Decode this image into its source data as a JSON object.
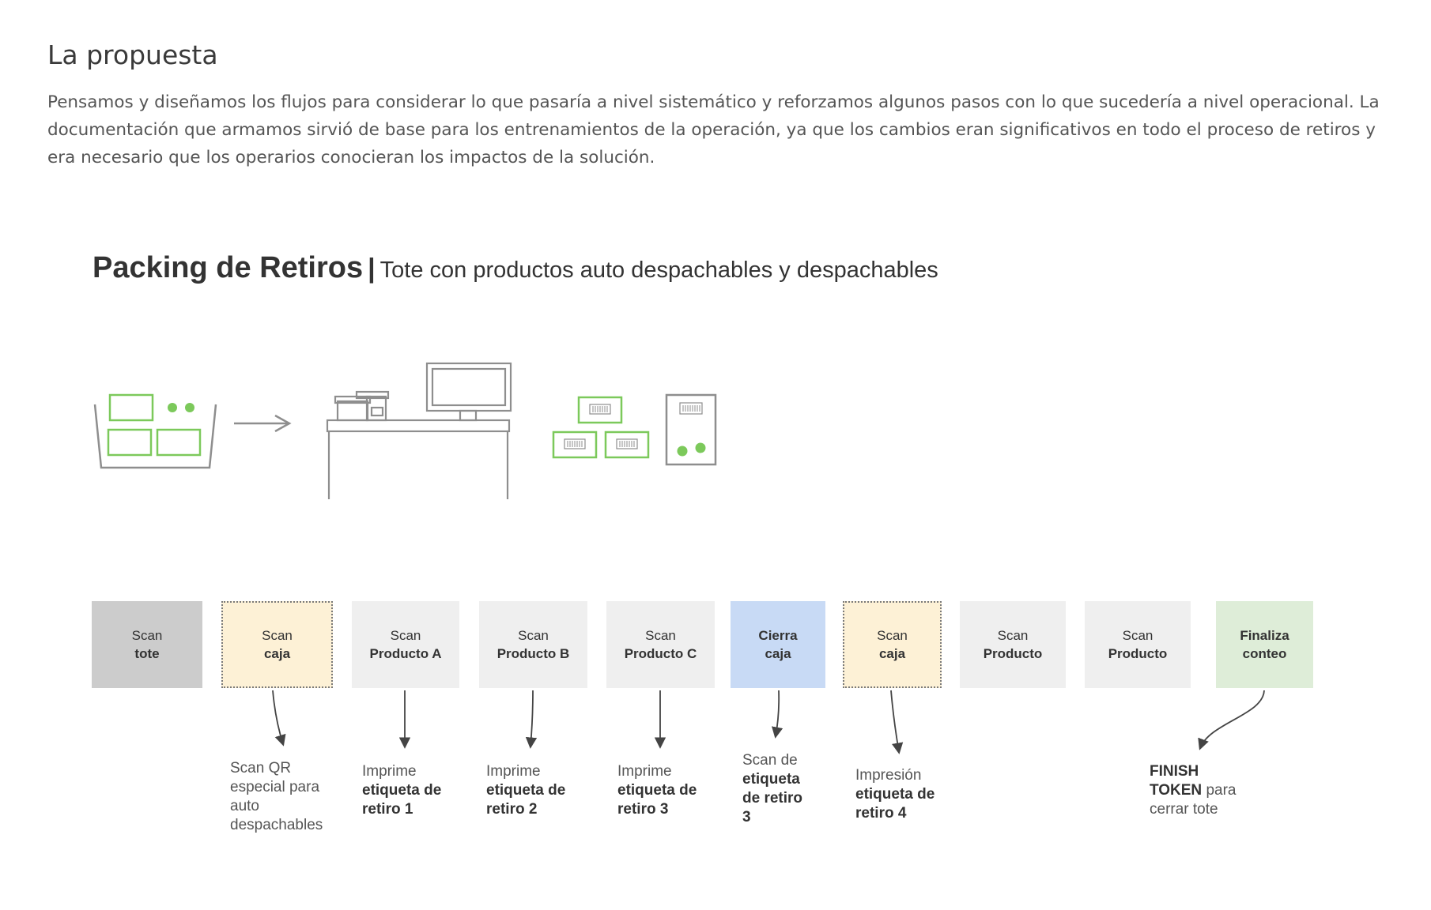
{
  "section": {
    "title": "La propuesta",
    "body": "Pensamos y diseñamos los flujos para considerar lo que pasaría a nivel sistemático y reforzamos algunos pasos con lo que sucedería a nivel operacional. La documentación que armamos sirvió de base para los entrenamientos de la operación, ya que los cambios eran significativos en todo el proceso de retiros y era necesario que los operarios conocieran los impactos de la solución."
  },
  "diagram": {
    "title": "Packing de Retiros",
    "separator": "|",
    "subtitle": "Tote con productos auto despachables y despachables",
    "colors": {
      "green": "#7cc95b",
      "gray_box": "#cccccc",
      "light_box": "#efefef",
      "yellow_box": "#fdf1d6",
      "blue_box": "#c8daf5",
      "green_box": "#deedd8",
      "line": "#8e8e8e"
    },
    "icons": [
      "tote-bin-icon",
      "arrow-right-icon",
      "packing-desk-icon",
      "labeled-boxes-icon",
      "dispatch-bag-icon"
    ],
    "steps": [
      {
        "l1": "Scan",
        "l2": "tote"
      },
      {
        "l1": "Scan",
        "l2": "caja"
      },
      {
        "l1": "Scan",
        "l2": "Producto A"
      },
      {
        "l1": "Scan",
        "l2": "Producto B"
      },
      {
        "l1": "Scan",
        "l2": "Producto C"
      },
      {
        "l1": "Cierra",
        "l2": "caja"
      },
      {
        "l1": "Scan",
        "l2": "caja"
      },
      {
        "l1": "Scan",
        "l2": "Producto"
      },
      {
        "l1": "Scan",
        "l2": "Producto"
      },
      {
        "l1": "Finaliza",
        "l2": "conteo"
      }
    ],
    "notes": {
      "n1": {
        "l1": "Scan QR",
        "l2": "especial para",
        "l3": "auto",
        "l4": "despachables"
      },
      "n2": {
        "l1": "Imprime",
        "l2": "etiqueta de",
        "l3": "retiro 1"
      },
      "n3": {
        "l1": "Imprime",
        "l2": "etiqueta de",
        "l3": "retiro 2"
      },
      "n4": {
        "l1": "Imprime",
        "l2": "etiqueta de",
        "l3": "retiro 3"
      },
      "n5": {
        "l1": "Scan de",
        "l2": "etiqueta",
        "l3": "de retiro",
        "l4": "3"
      },
      "n6": {
        "l1": "Impresión",
        "l2": "etiqueta de",
        "l3": "retiro 4"
      },
      "n7": {
        "l1": "FINISH",
        "l2": "TOKEN",
        "l2b": " para",
        "l3": "cerrar tote"
      }
    }
  }
}
